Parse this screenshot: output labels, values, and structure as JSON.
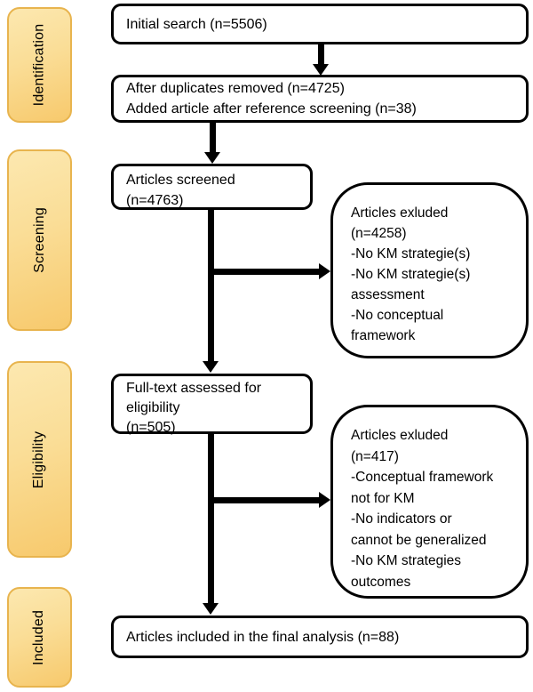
{
  "diagram": {
    "kind": "prisma-flow-diagram",
    "background": "#ffffff",
    "stage_fill_top": "#fce8b0",
    "stage_fill_bottom": "#f7c96c",
    "stage_border": "#e8b44e",
    "line_color": "#000000"
  },
  "stages": [
    {
      "label": "Identification"
    },
    {
      "label": "Screening"
    },
    {
      "label": "Eligibility"
    },
    {
      "label": "Included"
    }
  ],
  "boxes": {
    "initial_search": {
      "lines": [
        "Initial search (n=5506)"
      ]
    },
    "after_duplicates": {
      "lines": [
        "After duplicates removed (n=4725)",
        "Added article after reference screening (n=38)"
      ]
    },
    "articles_screened": {
      "lines": [
        "Articles screened",
        "(n=4763)"
      ]
    },
    "fulltext_assessed": {
      "lines": [
        "Full-text assessed for",
        "eligibility",
        "(n=505)"
      ]
    },
    "final_included": {
      "lines": [
        "Articles included in the final analysis  (n=88)"
      ]
    },
    "excluded_screening": {
      "lines": [
        "Articles exluded",
        "(n=4258)",
        "-No KM strategie(s)",
        "-No KM strategie(s)",
        "assessment",
        "-No conceptual",
        "framework"
      ]
    },
    "excluded_eligibility": {
      "lines": [
        "Articles exluded",
        "(n=417)",
        "-Conceptual framework",
        "not for KM",
        "-No indicators or",
        "cannot be generalized",
        "-No KM strategies",
        "outcomes"
      ]
    }
  }
}
